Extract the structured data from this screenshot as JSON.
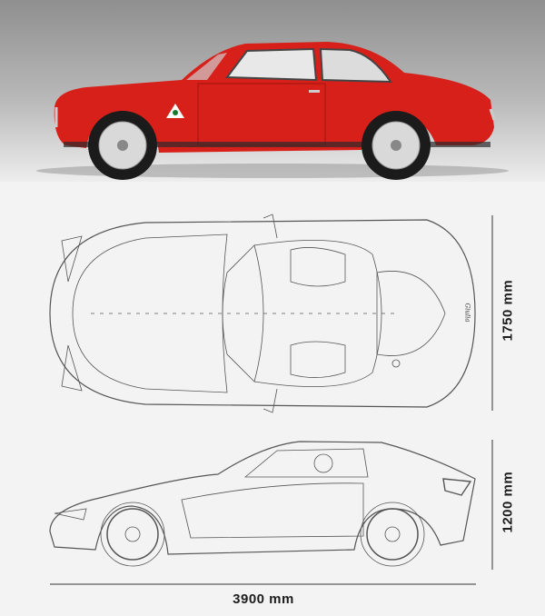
{
  "photo": {
    "car_color": "#d62019",
    "background": "#b9b9b9"
  },
  "top_view": {
    "badge_script": "Giulia"
  },
  "dimensions": {
    "width": "1750 mm",
    "height": "1200 mm",
    "length": "3900 mm"
  }
}
